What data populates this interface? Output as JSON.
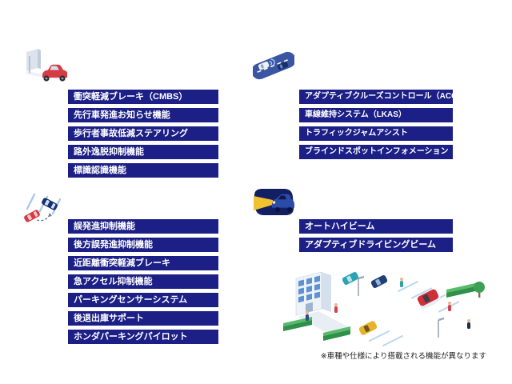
{
  "groups": [
    {
      "name": "collision-safety",
      "icon": "collision-car-icon",
      "items": [
        "衝突軽減ブレーキ（CMBS）",
        "先行車発進お知らせ機能",
        "歩行者事故低減ステアリング",
        "路外逸脱抑制機能",
        "標識認識機能"
      ]
    },
    {
      "name": "cruise-assist",
      "icon": "adaptive-cruise-icon",
      "items": [
        "アダプティブクルーズコントロール（ACC）",
        "車線維持システム（LKAS）",
        "トラフィックジャムアシスト",
        "ブラインドスポットインフォメーション"
      ]
    },
    {
      "name": "parking-assist",
      "icon": "parking-assist-icon",
      "items": [
        "誤発進抑制機能",
        "後方誤発進抑制機能",
        "近距離衝突軽減ブレーキ",
        "急アクセル抑制機能",
        "パーキングセンサーシステム",
        "後退出庫サポート",
        "ホンダパーキングパイロット"
      ]
    },
    {
      "name": "headlight",
      "icon": "headlight-beam-icon",
      "items": [
        "オートハイビーム",
        "アダプティブドライビングビーム"
      ]
    }
  ],
  "illustration": "isometric-parking-lot",
  "footnote": "※車種や仕様により搭載される機能が異なります",
  "colors": {
    "bar-bg": "#1c1f86",
    "bar-text": "#ffffff",
    "footnote-text": "#222222"
  }
}
